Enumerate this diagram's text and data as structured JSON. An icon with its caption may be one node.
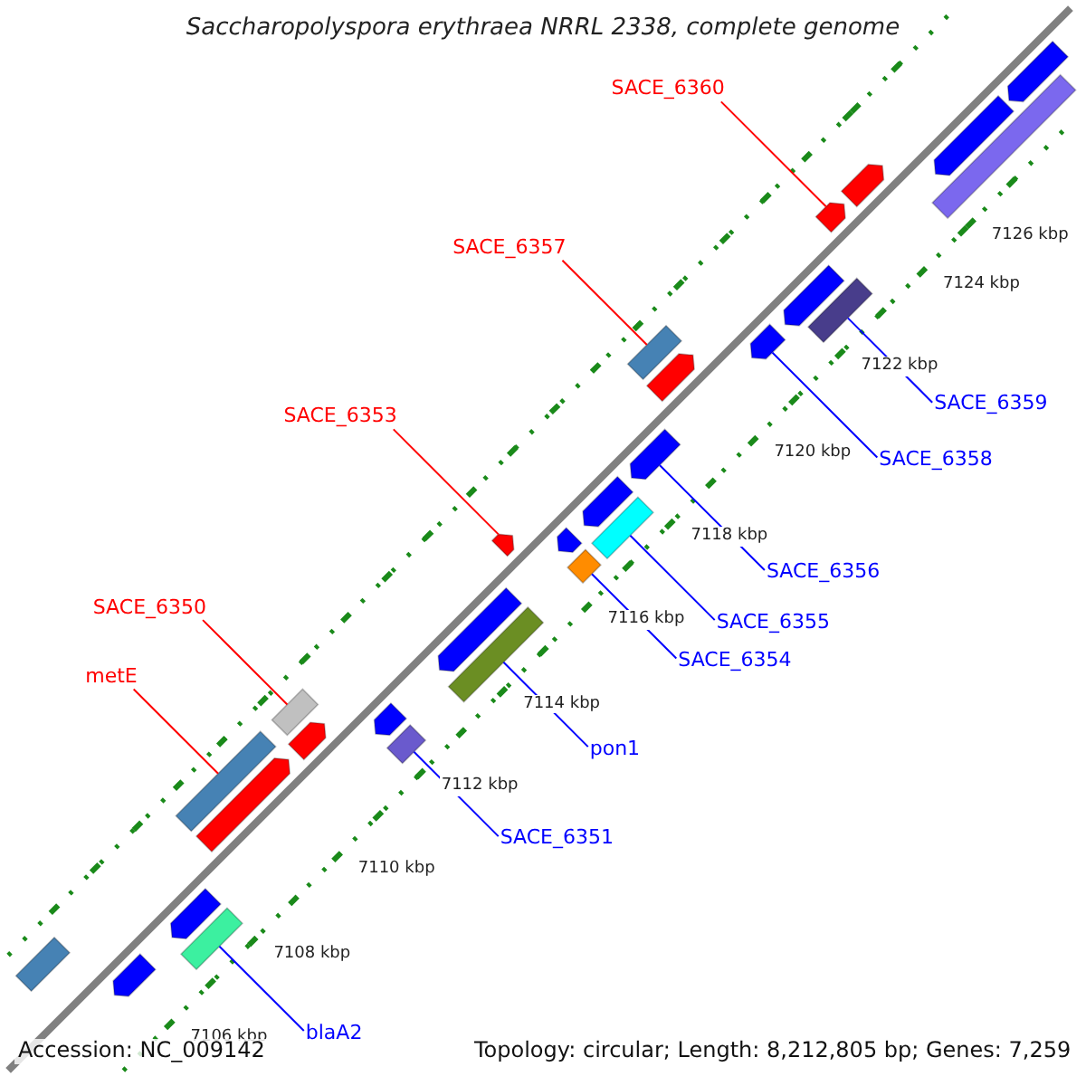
{
  "diagram": {
    "title": "Saccharopolyspora erythraea NRRL 2338, complete genome",
    "nodes": [
      {
        "text": [
          "SACE_6360"
        ]
      },
      {
        "text": [
          "SACE_6357"
        ]
      },
      {
        "text": [
          "SACE_6359"
        ]
      },
      {
        "text": [
          "SACE_6358"
        ]
      },
      {
        "text": [
          "SACE_6353"
        ]
      },
      {
        "text": [
          "SACE_6356"
        ]
      },
      {
        "text": [
          "SACE_6355"
        ]
      },
      {
        "text": [
          "SACE_6354"
        ]
      },
      {
        "text": [
          "SACE_6350"
        ]
      },
      {
        "text": [
          "metE"
        ]
      },
      {
        "text": [
          "pon1"
        ]
      },
      {
        "text": [
          "SACE_6351"
        ]
      },
      {
        "text": [
          "blaA2"
        ]
      },
      {
        "text": [],
        "shape": "bar"
      },
      {
        "text": [],
        "shape": "bar"
      },
      {
        "text": [],
        "shape": "bar"
      },
      {
        "text": [],
        "shape": "bar"
      },
      {
        "text": [],
        "shape": "bar"
      },
      {
        "text": [],
        "shape": "bar"
      },
      {
        "text": [],
        "shape": "bar"
      },
      {
        "text": [],
        "shape": "bar"
      },
      {
        "text": [],
        "shape": "bar"
      },
      {
        "text": [],
        "shape": "bar"
      },
      {
        "text": [],
        "shape": "bar"
      },
      {
        "text": [],
        "shape": "bar"
      },
      {
        "text": [],
        "shape": "bar"
      },
      {
        "text": [],
        "shape": "bar"
      },
      {
        "text": [],
        "shape": "bar"
      },
      {
        "text": [],
        "shape": "bar"
      },
      {
        "text": [],
        "shape": "bar"
      },
      {
        "text": [],
        "shape": "bar"
      },
      {
        "text": [],
        "shape": "bar"
      },
      {
        "text": [],
        "shape": "bar"
      },
      {
        "text": [],
        "shape": "bar"
      },
      {
        "text": [],
        "shape": "bar"
      },
      {
        "text": [],
        "shape": "bar"
      },
      {
        "text": [],
        "shape": "bar"
      },
      {
        "text": [],
        "shape": "bar"
      },
      {
        "text": [],
        "shape": "bar"
      },
      {
        "text": [],
        "shape": "bar"
      },
      {
        "text": [],
        "shape": "bar"
      }
    ],
    "edges": [
      {
        "from": 0,
        "to": 17,
        "arrow": "none",
        "color": "#ff0000"
      },
      {
        "from": 1,
        "to": 21,
        "arrow": "none",
        "color": "#ff0000"
      },
      {
        "from": 2,
        "to": 19,
        "arrow": "none"
      },
      {
        "from": 3,
        "to": 20,
        "arrow": "none"
      },
      {
        "from": 4,
        "to": 26,
        "arrow": "none",
        "color": "#ff0000"
      },
      {
        "from": 5,
        "to": 23,
        "arrow": "none"
      },
      {
        "from": 6,
        "to": 25,
        "arrow": "none"
      },
      {
        "from": 7,
        "to": 28,
        "arrow": "none"
      },
      {
        "from": 8,
        "to": 31,
        "arrow": "none",
        "color": "#ff0000"
      },
      {
        "from": 9,
        "to": 35,
        "arrow": "none",
        "color": "#ff0000"
      },
      {
        "from": 10,
        "to": 30,
        "arrow": "none"
      },
      {
        "from": 11,
        "to": 34,
        "arrow": "none"
      },
      {
        "from": 12,
        "to": 38,
        "arrow": "none"
      }
    ],
    "labels": [
      "7126 kbp",
      "7124 kbp",
      "7122 kbp",
      "7120 kbp",
      "7118 kbp",
      "7116 kbp",
      "7114 kbp",
      "7112 kbp",
      "7110 kbp",
      "7108 kbp",
      "7106 kbp",
      "Accession: NC_009142",
      "Topology: circular; Length: 8,212,805 bp; Genes: 7,259"
    ]
  }
}
